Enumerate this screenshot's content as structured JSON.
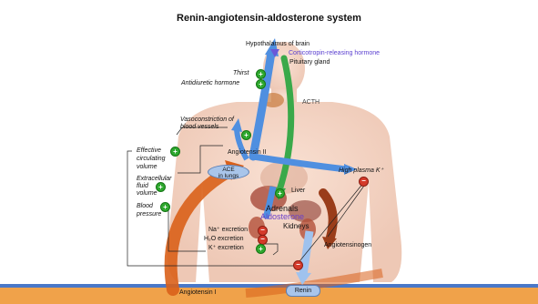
{
  "title": "Renin-angiotensin-aldosterone system",
  "labels": {
    "hypothalamus": "Hypothalamus of brain",
    "crh": "Corticotropin-releasing hormone",
    "pituitary": "Pituitary gland",
    "acth": "ACTH",
    "thirst": "Thirst",
    "adh": "Antidiuretic hormone",
    "vasoconstriction_1": "Vasoconstriction of",
    "vasoconstriction_2": "blood vessels",
    "angiotensin_ii": "Angiotensin II",
    "ace_1": "ACE",
    "ace_2": "in lungs",
    "effective_1": "Effective",
    "effective_2": "circulating",
    "effective_3": "volume",
    "ecf_1": "Extracellular",
    "ecf_2": "fluid",
    "ecf_3": "volume",
    "bp_1": "Blood",
    "bp_2": "pressure",
    "high_k": "High plasma K⁺",
    "liver": "Liver",
    "adrenals": "Adrenals",
    "aldosterone": "Aldosterone",
    "kidneys": "Kidneys",
    "na_excretion": "Na⁺ excretion",
    "h2o_excretion": "H₂O excretion",
    "k_excretion": "K⁺ excretion",
    "angiotensinogen": "Angiotensinogen",
    "renin": "Renin",
    "angiotensin_i": "Angiotensin I"
  },
  "signs": {
    "plus": "+",
    "minus": "−"
  },
  "colors": {
    "blue_arrow": "#4f8fe0",
    "green_arrow": "#3aa94a",
    "orange_arrow": "#d9601a",
    "brown_arrow": "#9a3d1a",
    "aldosterone_text": "#6a40c8",
    "crh_text": "#5a3fd0",
    "plus_badge": "#2ea82e",
    "minus_badge": "#d43a2a",
    "floor_orange": "#f0a24a",
    "floor_blue": "#4a78c8"
  }
}
